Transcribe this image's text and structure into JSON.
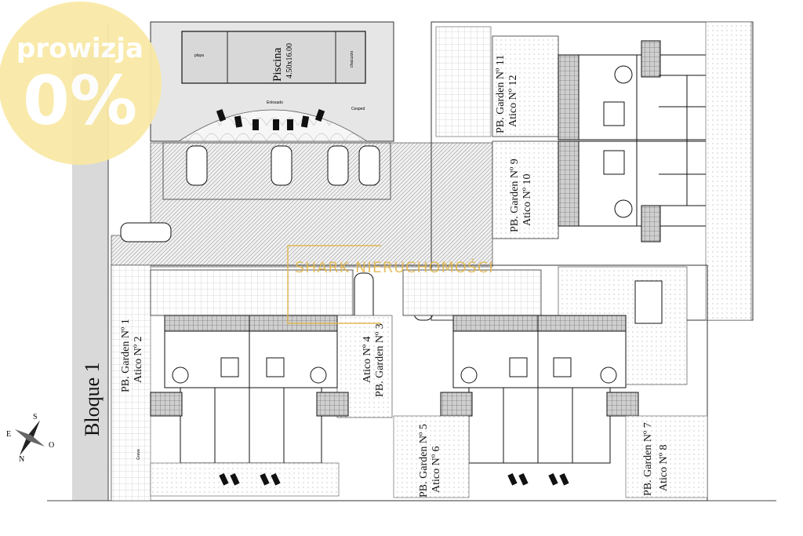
{
  "badge": {
    "line1": "prowizja",
    "line2": "0%"
  },
  "watermark": {
    "text": "SHARK NIERUCHOMOŚCI"
  },
  "colors": {
    "badge": "#f9e9a5",
    "watermark": "#e2b64a",
    "paving": "#eeeeee",
    "line": "#222222"
  },
  "block_title": "Bloque 1",
  "pool": {
    "name": "Piscina",
    "size": "4.50x16.00",
    "left_label": "playa",
    "right_label": "chacuzzo"
  },
  "compass": {
    "n": "N",
    "s": "S",
    "e": "E",
    "o": "O"
  },
  "zones": {
    "enlosado": "Enlosado",
    "cesped": "Cesped",
    "grava": "Grava"
  },
  "units": {
    "u1": {
      "pb": "PB. Garden Nº 1",
      "atico": "Atico Nº 2"
    },
    "u3": {
      "pb": "PB. Garden Nº 3",
      "atico": "Atico Nº 4"
    },
    "u5": {
      "pb": "PB. Garden Nº 5",
      "atico": "Atico Nº 6"
    },
    "u7": {
      "pb": "PB. Garden Nº 7",
      "atico": "Atico Nº 8"
    },
    "u9": {
      "pb": "PB. Garden Nº 9",
      "atico": "Atico Nº 10"
    },
    "u11": {
      "pb": "PB. Garden Nº 11",
      "atico": "Atico Nº 12"
    }
  }
}
